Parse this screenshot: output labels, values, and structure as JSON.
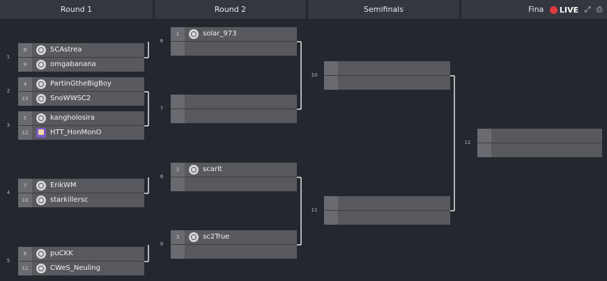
{
  "header": {
    "rounds": [
      "Round 1",
      "Round 2",
      "Semifinals",
      "Fina"
    ],
    "live_label": "LIVE",
    "icons": [
      "fullscreen-icon",
      "print-icon"
    ]
  },
  "matches": [
    {
      "num": "1",
      "round": 1,
      "row": 0,
      "slots": [
        {
          "seed": "8",
          "name": "SCAstrea",
          "logo": "team"
        },
        {
          "seed": "9",
          "name": "omgabanana",
          "logo": "team"
        }
      ]
    },
    {
      "num": "2",
      "round": 1,
      "row": 1,
      "slots": [
        {
          "seed": "4",
          "name": "PartinGtheBigBoy",
          "logo": "team"
        },
        {
          "seed": "13",
          "name": "SnoWWSC2",
          "logo": "team"
        }
      ]
    },
    {
      "num": "3",
      "round": 1,
      "row": 2,
      "slots": [
        {
          "seed": "5",
          "name": "kangholosira",
          "logo": "team"
        },
        {
          "seed": "12",
          "name": "HTT_HonMonO",
          "logo": "flag"
        }
      ]
    },
    {
      "num": "4",
      "round": 1,
      "row": 3,
      "slots": [
        {
          "seed": "7",
          "name": "ErikWM",
          "logo": "team"
        },
        {
          "seed": "10",
          "name": "starkillersc",
          "logo": "team"
        }
      ]
    },
    {
      "num": "5",
      "round": 1,
      "row": 4,
      "slots": [
        {
          "seed": "6",
          "name": "puCKK",
          "logo": "team"
        },
        {
          "seed": "11",
          "name": "CWeS_Neuling",
          "logo": "team"
        }
      ]
    },
    {
      "num": "6",
      "round": 2,
      "row": 0,
      "slots": [
        {
          "seed": "1",
          "name": "solar_973",
          "logo": "team"
        },
        {
          "seed": "",
          "name": "",
          "logo": ""
        }
      ]
    },
    {
      "num": "7",
      "round": 2,
      "row": 1,
      "slots": [
        {
          "seed": "",
          "name": "",
          "logo": ""
        },
        {
          "seed": "",
          "name": "",
          "logo": ""
        }
      ]
    },
    {
      "num": "8",
      "round": 2,
      "row": 2,
      "slots": [
        {
          "seed": "2",
          "name": "scarlt",
          "logo": "team"
        },
        {
          "seed": "",
          "name": "",
          "logo": ""
        }
      ]
    },
    {
      "num": "9",
      "round": 2,
      "row": 3,
      "slots": [
        {
          "seed": "3",
          "name": "sc2True",
          "logo": "team"
        },
        {
          "seed": "",
          "name": "",
          "logo": ""
        }
      ]
    },
    {
      "num": "10",
      "round": 3,
      "row": 0,
      "slots": [
        {
          "seed": "",
          "name": "",
          "logo": ""
        },
        {
          "seed": "",
          "name": "",
          "logo": ""
        }
      ]
    },
    {
      "num": "11",
      "round": 3,
      "row": 1,
      "slots": [
        {
          "seed": "",
          "name": "",
          "logo": ""
        },
        {
          "seed": "",
          "name": "",
          "logo": ""
        }
      ]
    },
    {
      "num": "12",
      "round": 4,
      "row": 0,
      "slots": [
        {
          "seed": "",
          "name": "",
          "logo": ""
        },
        {
          "seed": "",
          "name": "",
          "logo": ""
        }
      ]
    }
  ],
  "connectors": [
    {
      "from": [
        "1"
      ],
      "to": "6"
    },
    {
      "from": [
        "2",
        "3"
      ],
      "to": "7"
    },
    {
      "from": [
        "4"
      ],
      "to": "8"
    },
    {
      "from": [
        "5"
      ],
      "to": "9"
    },
    {
      "from": [
        "6",
        "7"
      ],
      "to": "10"
    },
    {
      "from": [
        "8",
        "9"
      ],
      "to": "11"
    },
    {
      "from": [
        "10",
        "11"
      ],
      "to": "12"
    }
  ]
}
